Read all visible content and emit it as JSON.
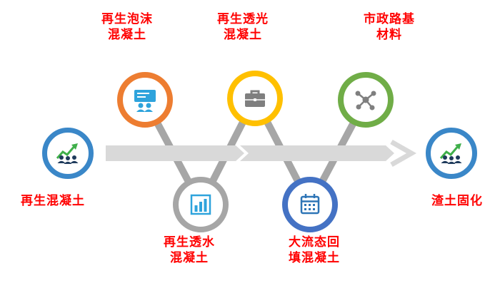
{
  "diagram": {
    "label_color": "#ff0000",
    "arrow_color": "#d9d9d9",
    "connector_color": "#a6a6a6",
    "icon_palette": {
      "sky_blue": "#2ea3dc",
      "deep_blue": "#2e75b6",
      "navy": "#1f3b5c",
      "green": "#3faf4a",
      "gray": "#7f7f7f"
    },
    "nodes": [
      {
        "id": "recycled-concrete",
        "label": [
          "再生混凝土"
        ],
        "ring_color": "#3a87c8",
        "icon": "team-growth-icon"
      },
      {
        "id": "foam-concrete",
        "label": [
          "再生泡沫",
          "混凝土"
        ],
        "ring_color": "#ed7d31",
        "icon": "presentation-icon"
      },
      {
        "id": "permeable-concrete",
        "label": [
          "再生透水",
          "混凝土"
        ],
        "ring_color": "#a6a6a6",
        "icon": "bar-chart-icon"
      },
      {
        "id": "translucent-concrete",
        "label": [
          "再生透光",
          "混凝土"
        ],
        "ring_color": "#ffc000",
        "icon": "briefcase-icon"
      },
      {
        "id": "backfill-concrete",
        "label": [
          "大流态回",
          "填混凝土"
        ],
        "ring_color": "#4472c4",
        "icon": "calendar-icon"
      },
      {
        "id": "road-base-material",
        "label": [
          "市政路基",
          "材料"
        ],
        "ring_color": "#70ad47",
        "icon": "network-icon"
      },
      {
        "id": "soil-solidification",
        "label": [
          "渣土固化"
        ],
        "ring_color": "#3a87c8",
        "icon": "team-growth-icon"
      }
    ]
  }
}
